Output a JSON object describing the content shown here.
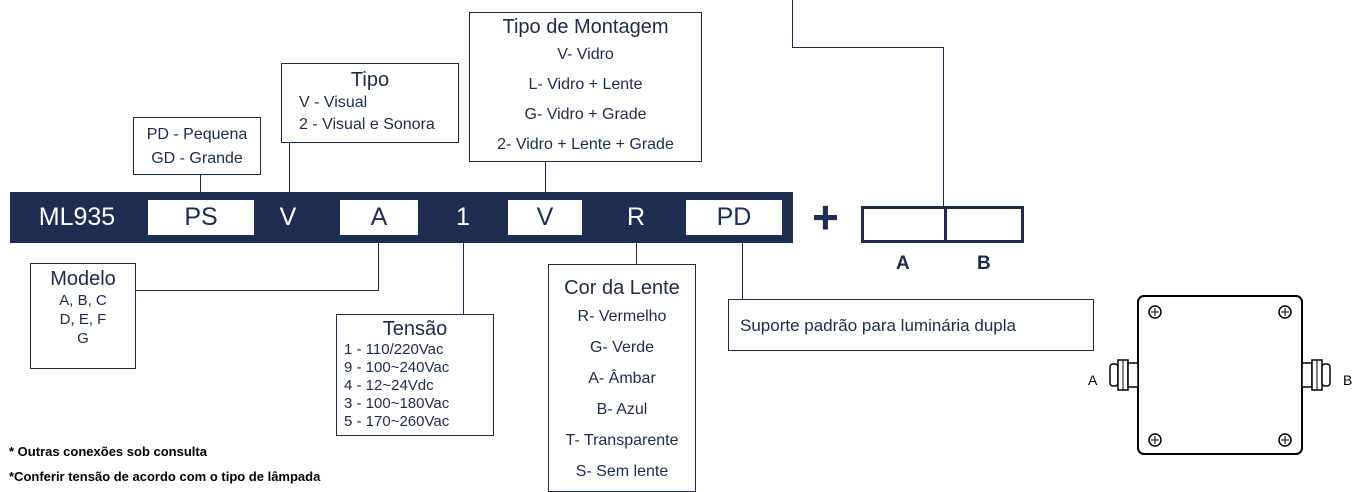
{
  "code": {
    "segments": [
      "ML935",
      "PS",
      "V",
      "A",
      "1",
      "V",
      "R",
      "PD"
    ]
  },
  "plus_sign": "+",
  "tamanho": {
    "items": [
      "PD - Pequena",
      "GD - Grande"
    ]
  },
  "tipo": {
    "title": "Tipo",
    "items": [
      "V - Visual",
      "2 - Visual e Sonora"
    ]
  },
  "montagem": {
    "title": "Tipo de Montagem",
    "items": [
      "V- Vidro",
      "L- Vidro + Lente",
      "G- Vidro + Grade",
      "2- Vidro + Lente + Grade"
    ]
  },
  "modelo": {
    "title": "Modelo",
    "items": [
      "A, B, C",
      "D, E, F",
      "G"
    ]
  },
  "tensao": {
    "title": "Tensão",
    "items": [
      "1 - 110/220Vac",
      "9 - 100~240Vac",
      "4 - 12~24Vdc",
      "3 - 100~180Vac",
      "5 - 170~260Vac"
    ]
  },
  "cor_lente": {
    "title": "Cor da Lente",
    "items": [
      "R- Vermelho",
      "G- Verde",
      "A- Âmbar",
      "B- Azul",
      "T- Transparente",
      "S- Sem lente"
    ]
  },
  "suporte": {
    "text": "Suporte padrão para luminária dupla"
  },
  "ab_boxes": {
    "label_a": "A",
    "label_b": "B"
  },
  "junction": {
    "label_a": "A",
    "label_b": "B"
  },
  "notes": [
    "* Outras conexões sob consulta",
    "*Conferir tensão de acordo com o tipo de lâmpada"
  ],
  "colors": {
    "navy": "#1e2d52",
    "line": "#1d2a4a"
  }
}
